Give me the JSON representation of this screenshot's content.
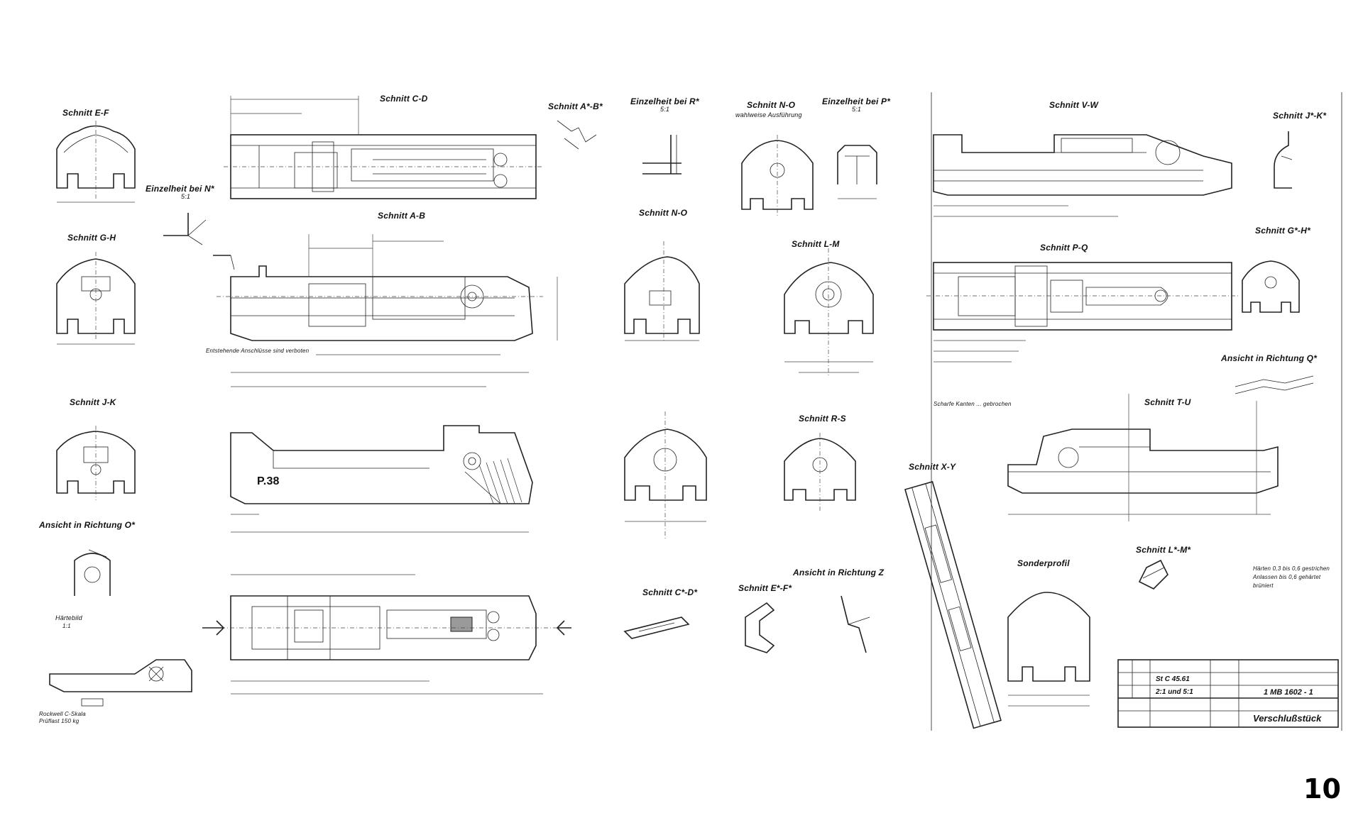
{
  "labels": {
    "schnitt_ef": "Schnitt E-F",
    "schnitt_gh": "Schnitt G-H",
    "schnitt_jk": "Schnitt J-K",
    "ansicht_o": "Ansicht in Richtung O*",
    "haertebild": "Härtebild",
    "haertebild_scale": "1:1",
    "rockwell": "Rockwell C-Skala",
    "pruflast": "Prüflast 150 kg",
    "einzelheit_n": "Einzelheit bei N*",
    "einzelheit_n_scale": "5:1",
    "schnitt_cd": "Schnitt C-D",
    "schnitt_ab": "Schnitt A-B",
    "schnitt_a1b1": "Schnitt A*-B*",
    "einzelheit_r": "Einzelheit bei R*",
    "einzelheit_r_scale": "5:1",
    "schnitt_no_top": "Schnitt N-O",
    "wahlweise": "wahlweise Ausführung",
    "einzelheit_p": "Einzelheit bei P*",
    "einzelheit_p_scale": "5:1",
    "schnitt_no": "Schnitt N-O",
    "schnitt_lm": "Schnitt L-M",
    "schnitt_rs": "Schnitt R-S",
    "schnitt_xy": "Schnitt X-Y",
    "schnitt_c1d1": "Schnitt C*-D*",
    "schnitt_e1f1": "Schnitt E*-F*",
    "ansicht_z": "Ansicht in Richtung Z",
    "sonderprofil": "Sonderprofil",
    "schnitt_vw": "Schnitt V-W",
    "schnitt_j1k1": "Schnitt J*-K*",
    "schnitt_pq": "Schnitt P-Q",
    "schnitt_g1h1": "Schnitt G*-H*",
    "ansicht_q": "Ansicht in Richtung Q*",
    "schnitt_tu": "Schnitt T-U",
    "schnitt_l1m1": "Schnitt L*-M*",
    "p38": "P.38"
  },
  "notes": {
    "haerten": "Härten 0,3 bis 0,6 gestrichen",
    "anlassen": "Anlassen bis 0,6 gehärtet",
    "bruenieren": "brüniert",
    "scharfe_kanten": "Scharfe Kanten ... gebrochen",
    "entstehende": "Entstehende Anschlüsse sind verboten"
  },
  "title_block": {
    "material": "St C 45.61",
    "scale": "2:1 und 5:1",
    "drawing_no": "1 MB 1602 - 1",
    "part_name": "Verschlußstück"
  },
  "page_number": "10"
}
